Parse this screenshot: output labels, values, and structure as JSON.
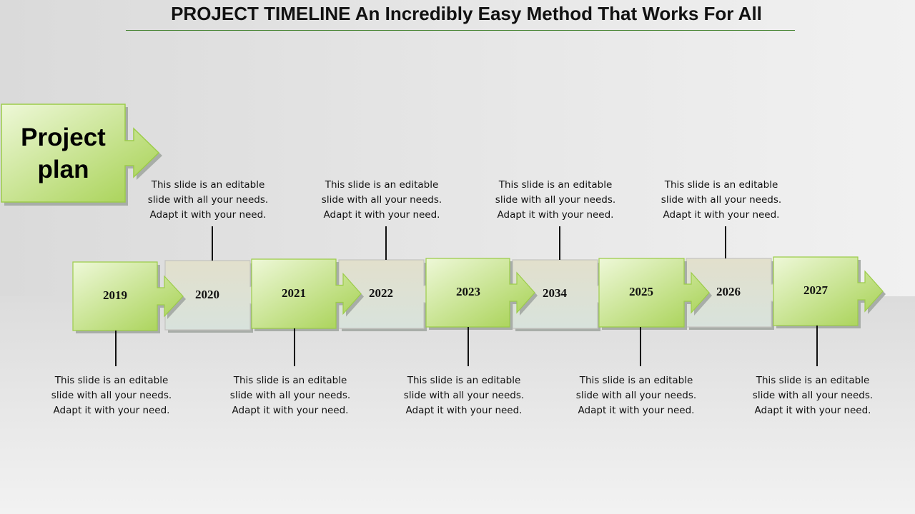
{
  "title": "PROJECT TIMELINE An Incredibly Easy Method That Works For All",
  "project_plan": {
    "line1": "Project",
    "line2": "plan"
  },
  "colors": {
    "green_light": "#eef8d8",
    "green_dark": "#a4d04e",
    "green_border": "#9ccc4a",
    "gray_top": "#e2e0cc",
    "gray_bottom": "#d8e2dc"
  },
  "milestones": [
    {
      "year": "2019",
      "style": "green",
      "note_position": "bottom"
    },
    {
      "year": "2020",
      "style": "gray",
      "note_position": "top"
    },
    {
      "year": "2021",
      "style": "green",
      "note_position": "bottom"
    },
    {
      "year": "2022",
      "style": "gray",
      "note_position": "top"
    },
    {
      "year": "2023",
      "style": "green",
      "note_position": "bottom"
    },
    {
      "year": "2034",
      "style": "gray",
      "note_position": "top"
    },
    {
      "year": "2025",
      "style": "green",
      "note_position": "bottom"
    },
    {
      "year": "2026",
      "style": "gray",
      "note_position": "top"
    },
    {
      "year": "2027",
      "style": "green",
      "note_position": "bottom"
    }
  ],
  "note": {
    "line1": "This slide is an editable",
    "line2": "slide with all your needs.",
    "line3": "Adapt it with your need."
  }
}
